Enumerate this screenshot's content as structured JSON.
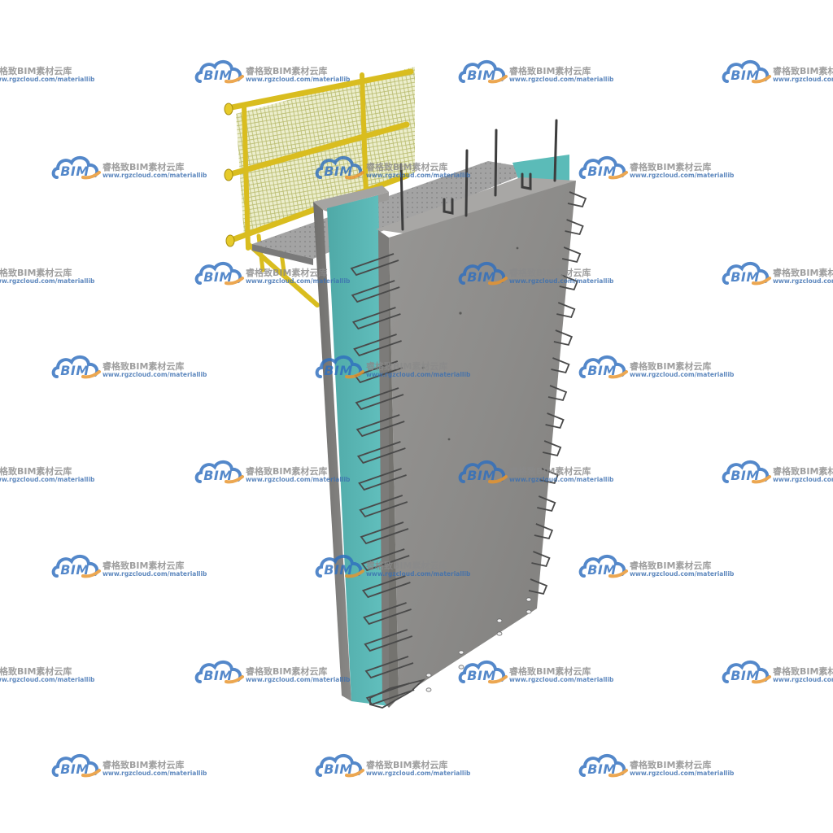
{
  "watermark": {
    "logo_text": "BIM",
    "brand_name": "睿格致BIM素材云库",
    "url": "www.rgzcloud.com/materiallib",
    "icon": "cloud-logo-icon"
  },
  "colors": {
    "background": "#ffffff",
    "concrete": "#8e8d8b",
    "insulation": "#57b7b5",
    "rebar": "#4a4a4a",
    "railing": "#e0c52a",
    "mesh": "#c9cc8a",
    "logo_blue": "#2f6fbf",
    "logo_orange": "#e8942c"
  }
}
